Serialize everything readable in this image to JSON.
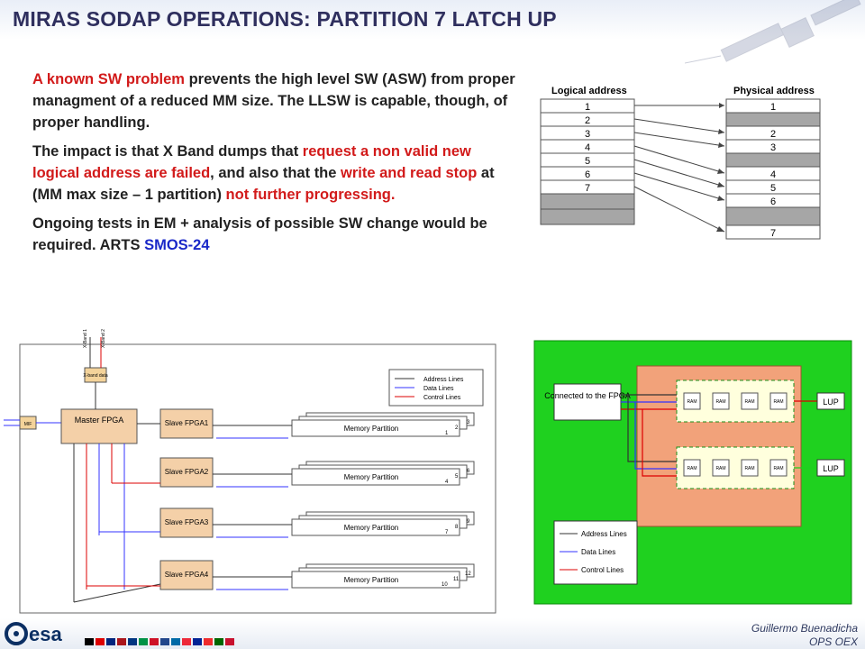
{
  "title": "MIRAS SODAP OPERATIONS: PARTITION 7 LATCH UP",
  "paragraphs": {
    "p1": {
      "highlight": "A known SW problem",
      "rest": " prevents the high level SW (ASW) from proper managment of a reduced MM size. The LLSW is capable, though, of proper handling."
    },
    "p2": {
      "part1": "The impact is that X Band dumps that ",
      "highlight1": "request a non valid new logical address are failed",
      "part2": ", and also that the ",
      "highlight2": "write and read stop",
      "part3": " at (MM max size – 1 partition) ",
      "highlight3": "not further progressing."
    },
    "p3": {
      "text": "Ongoing tests in EM + analysis of possible SW change would be required. ARTS ",
      "link": "SMOS-24"
    }
  },
  "mapping_figure": {
    "logical_header": "Logical address",
    "physical_header": "Physical address",
    "logical_rows": [
      "1",
      "2",
      "3",
      "4",
      "5",
      "6",
      "7",
      "",
      ""
    ],
    "physical_rows": [
      "1",
      "",
      "2",
      "3",
      "",
      "4",
      "5",
      "6",
      "",
      "7"
    ]
  },
  "block_diagram": {
    "master": "Master FPGA",
    "top_box": "X-band data",
    "left_box": "MIF",
    "top_labels": [
      "X-Band 1",
      "X-Band 2"
    ],
    "slaves": [
      "Slave FPGA1",
      "Slave FPGA2",
      "Slave FPGA3",
      "Slave FPGA4"
    ],
    "partition_label": "Memory Partition",
    "partition_numbers": [
      [
        "1",
        "2",
        "3"
      ],
      [
        "4",
        "5",
        "6"
      ],
      [
        "7",
        "8",
        "9"
      ],
      [
        "10",
        "11",
        "12"
      ]
    ],
    "legend": [
      "Address Lines",
      "Data Lines",
      "Control Lines"
    ]
  },
  "green_figure": {
    "connected": "Connected to the FPGA",
    "ram": "RAM",
    "lup": "LUP",
    "legend": [
      "Address Lines",
      "Data Lines",
      "Control Lines"
    ]
  },
  "footer": {
    "logo": "esa",
    "author": "Guillermo Buenadicha",
    "unit": "OPS OEX"
  },
  "colors": {
    "title": "#2f2f5e",
    "highlight_red": "#d21a1a",
    "link_blue": "#1a28c8",
    "green_bg": "#1fd11f",
    "orange_bg": "#f2a27a",
    "cell_gray": "#a6a6a6"
  }
}
